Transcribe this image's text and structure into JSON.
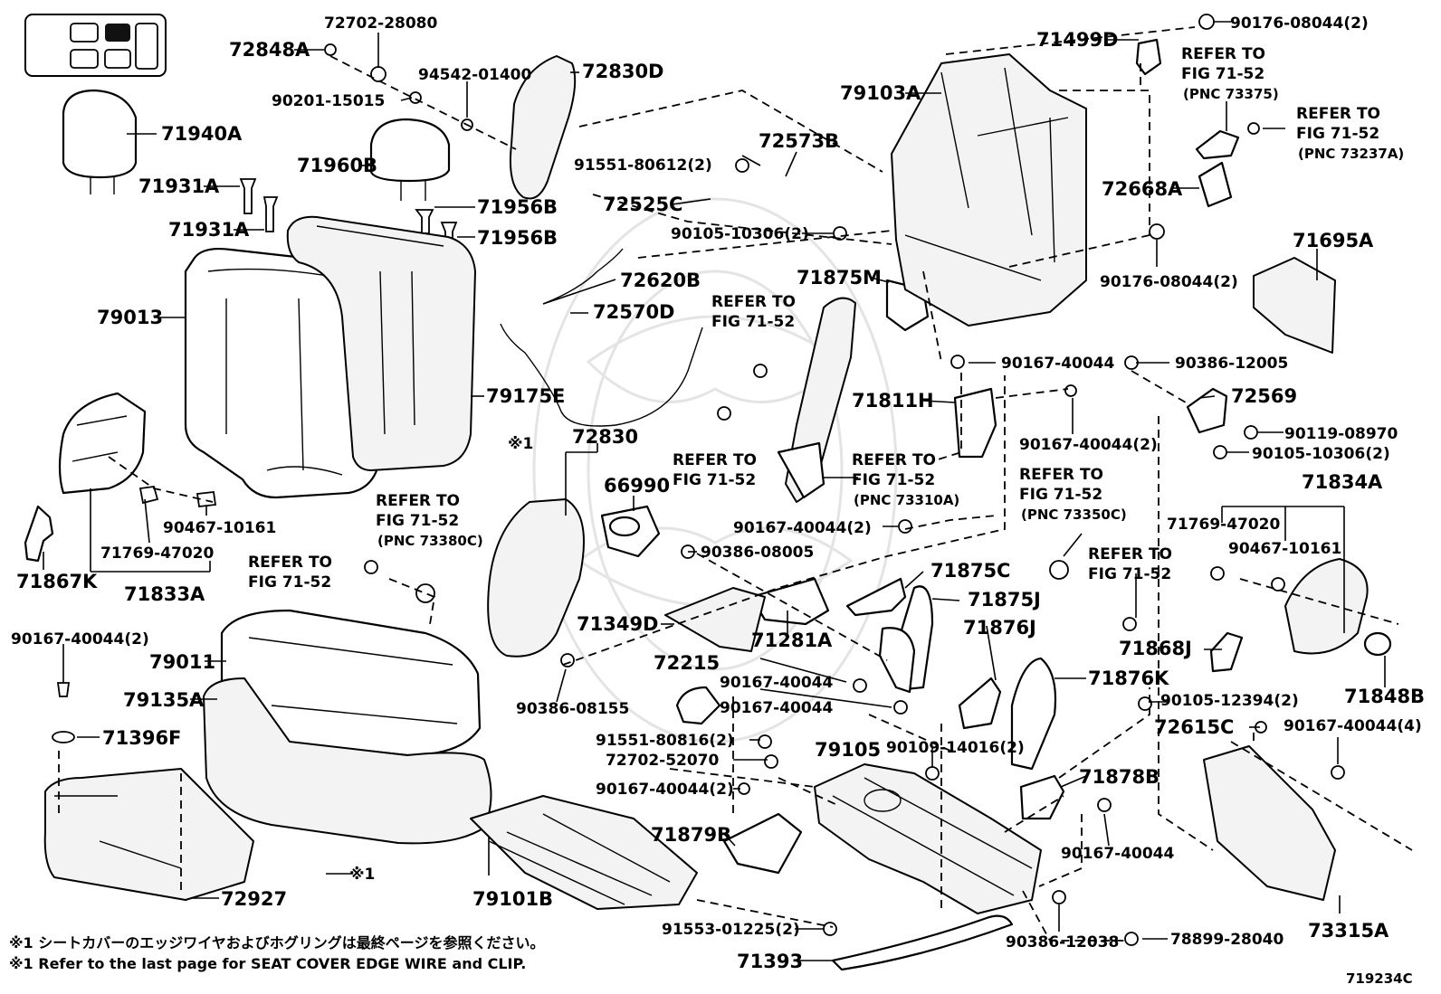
{
  "diagram_code": "719234C",
  "footnotes": {
    "jp": "※1 シートカバーのエッジワイヤおよびホグリングは最終ページを参照ください。",
    "en": "※1 Refer to the last page for SEAT COVER EDGE WIRE and CLIP."
  },
  "mark_note": "※1",
  "labels": [
    {
      "id": "72702-28080",
      "text": "72702-28080",
      "size": 17
    },
    {
      "id": "72848A",
      "text": "72848A",
      "size": 21
    },
    {
      "id": "90201-15015",
      "text": "90201-15015",
      "size": 17
    },
    {
      "id": "94542-01400",
      "text": "94542-01400",
      "size": 17
    },
    {
      "id": "72830D",
      "text": "72830D",
      "size": 21
    },
    {
      "id": "71940A",
      "text": "71940A",
      "size": 21
    },
    {
      "id": "71960B",
      "text": "71960B",
      "size": 21
    },
    {
      "id": "71931A-1",
      "text": "71931A",
      "size": 21
    },
    {
      "id": "71931A-2",
      "text": "71931A",
      "size": 21
    },
    {
      "id": "71956B-1",
      "text": "71956B",
      "size": 21
    },
    {
      "id": "71956B-2",
      "text": "71956B",
      "size": 21
    },
    {
      "id": "91551-80612",
      "text": "91551-80612(2)",
      "size": 17
    },
    {
      "id": "72573B",
      "text": "72573B",
      "size": 21
    },
    {
      "id": "72525C",
      "text": "72525C",
      "size": 21
    },
    {
      "id": "90105-10306",
      "text": "90105-10306(2)",
      "size": 17
    },
    {
      "id": "72620B",
      "text": "72620B",
      "size": 21
    },
    {
      "id": "72570D",
      "text": "72570D",
      "size": 21
    },
    {
      "id": "79013",
      "text": "79013",
      "size": 21
    },
    {
      "id": "79175E",
      "text": "79175E",
      "size": 21
    },
    {
      "id": "note-1a",
      "text": "※1",
      "size": 17
    },
    {
      "id": "72830",
      "text": "72830",
      "size": 21
    },
    {
      "id": "66990",
      "text": "66990",
      "size": 21
    },
    {
      "id": "90467-10161-L",
      "text": "90467-10161",
      "size": 17
    },
    {
      "id": "71769-47020-L",
      "text": "71769-47020",
      "size": 17
    },
    {
      "id": "71833A",
      "text": "71833A",
      "size": 21
    },
    {
      "id": "71867K",
      "text": "71867K",
      "size": 21
    },
    {
      "id": "refer-73380C-1",
      "text": "REFER TO",
      "size": 17
    },
    {
      "id": "refer-73380C-2",
      "text": "FIG 71-52",
      "size": 17
    },
    {
      "id": "refer-73380C-3",
      "text": "(PNC 73380C)",
      "size": 15
    },
    {
      "id": "refer-a-1",
      "text": "REFER TO",
      "size": 17
    },
    {
      "id": "refer-a-2",
      "text": "FIG 71-52",
      "size": 17
    },
    {
      "id": "90386-08005",
      "text": "90386-08005",
      "size": 17
    },
    {
      "id": "71349D",
      "text": "71349D",
      "size": 21
    },
    {
      "id": "71281A",
      "text": "71281A",
      "size": 21
    },
    {
      "id": "72215",
      "text": "72215",
      "size": 21
    },
    {
      "id": "90386-08155",
      "text": "90386-08155",
      "size": 17
    },
    {
      "id": "90167-40044-2a",
      "text": "90167-40044(2)",
      "size": 17
    },
    {
      "id": "79011",
      "text": "79011",
      "size": 21
    },
    {
      "id": "79135A",
      "text": "79135A",
      "size": 21
    },
    {
      "id": "71396F",
      "text": "71396F",
      "size": 21
    },
    {
      "id": "72927",
      "text": "72927",
      "size": 21
    },
    {
      "id": "note-1b",
      "text": "※1",
      "size": 17
    },
    {
      "id": "79101B",
      "text": "79101B",
      "size": 21
    },
    {
      "id": "91551-80816",
      "text": "91551-80816(2)",
      "size": 17
    },
    {
      "id": "72702-52070",
      "text": "72702-52070",
      "size": 17
    },
    {
      "id": "90167-40044-2b",
      "text": "90167-40044(2)",
      "size": 17
    },
    {
      "id": "71879B",
      "text": "71879B",
      "size": 21
    },
    {
      "id": "91553-01225",
      "text": "91553-01225(2)",
      "size": 17
    },
    {
      "id": "71393",
      "text": "71393",
      "size": 21
    },
    {
      "id": "79105",
      "text": "79105",
      "size": 21
    },
    {
      "id": "90109-14016",
      "text": "90109-14016(2)",
      "size": 17
    },
    {
      "id": "90167-40044-c",
      "text": "90167-40044",
      "size": 17
    },
    {
      "id": "90167-40044-d",
      "text": "90167-40044",
      "size": 17
    },
    {
      "id": "71875C",
      "text": "71875C",
      "size": 21
    },
    {
      "id": "71875J",
      "text": "71875J",
      "size": 21
    },
    {
      "id": "71876J",
      "text": "71876J",
      "size": 21
    },
    {
      "id": "71876K",
      "text": "71876K",
      "size": 21
    },
    {
      "id": "71878B",
      "text": "71878B",
      "size": 21
    },
    {
      "id": "90167-40044-e",
      "text": "90167-40044",
      "size": 17
    },
    {
      "id": "90386-12038",
      "text": "90386-12038",
      "size": 17
    },
    {
      "id": "78899-28040",
      "text": "78899-28040",
      "size": 17
    },
    {
      "id": "73315A",
      "text": "73315A",
      "size": 21
    },
    {
      "id": "refer-b-1",
      "text": "REFER TO",
      "size": 17
    },
    {
      "id": "refer-b-2",
      "text": "FIG 71-52",
      "size": 17
    },
    {
      "id": "71875M",
      "text": "71875M",
      "size": 21
    },
    {
      "id": "refer-c-1",
      "text": "REFER TO",
      "size": 17
    },
    {
      "id": "refer-c-2",
      "text": "FIG 71-52",
      "size": 17
    },
    {
      "id": "refer-73310A-1",
      "text": "REFER TO",
      "size": 17
    },
    {
      "id": "refer-73310A-2",
      "text": "FIG 71-52",
      "size": 17
    },
    {
      "id": "refer-73310A-3",
      "text": "(PNC 73310A)",
      "size": 15
    },
    {
      "id": "90167-40044-2f",
      "text": "90167-40044(2)",
      "size": 17
    },
    {
      "id": "71811H",
      "text": "71811H",
      "size": 21
    },
    {
      "id": "90167-40044-g",
      "text": "90167-40044",
      "size": 17
    },
    {
      "id": "90386-12005",
      "text": "90386-12005",
      "size": 17
    },
    {
      "id": "90167-40044-2h",
      "text": "90167-40044(2)",
      "size": 17
    },
    {
      "id": "refer-73350C-1",
      "text": "REFER TO",
      "size": 17
    },
    {
      "id": "refer-73350C-2",
      "text": "FIG 71-52",
      "size": 17
    },
    {
      "id": "refer-73350C-3",
      "text": "(PNC 73350C)",
      "size": 15
    },
    {
      "id": "refer-d-1",
      "text": "REFER TO",
      "size": 17
    },
    {
      "id": "refer-d-2",
      "text": "FIG 71-52",
      "size": 17
    },
    {
      "id": "71868J",
      "text": "71868J",
      "size": 21
    },
    {
      "id": "90105-12394",
      "text": "90105-12394(2)",
      "size": 17
    },
    {
      "id": "72615C",
      "text": "72615C",
      "size": 21
    },
    {
      "id": "90167-40044-4",
      "text": "90167-40044(4)",
      "size": 17
    },
    {
      "id": "71834A",
      "text": "71834A",
      "size": 21
    },
    {
      "id": "71769-47020-R",
      "text": "71769-47020",
      "size": 17
    },
    {
      "id": "90467-10161-R",
      "text": "90467-10161",
      "size": 17
    },
    {
      "id": "71848B",
      "text": "71848B",
      "size": 21
    },
    {
      "id": "72569",
      "text": "72569",
      "size": 21
    },
    {
      "id": "90119-08970",
      "text": "90119-08970",
      "size": 17
    },
    {
      "id": "90105-10306-2b",
      "text": "90105-10306(2)",
      "size": 17
    },
    {
      "id": "79103A",
      "text": "79103A",
      "size": 21
    },
    {
      "id": "71499D",
      "text": "71499D",
      "size": 21
    },
    {
      "id": "90176-08044-a",
      "text": "90176-08044(2)",
      "size": 17
    },
    {
      "id": "refer-73375-1",
      "text": "REFER TO",
      "size": 17
    },
    {
      "id": "refer-73375-2",
      "text": "FIG 71-52",
      "size": 17
    },
    {
      "id": "refer-73375-3",
      "text": "(PNC 73375)",
      "size": 15
    },
    {
      "id": "refer-73237A-1",
      "text": "REFER TO",
      "size": 17
    },
    {
      "id": "refer-73237A-2",
      "text": "FIG 71-52",
      "size": 17
    },
    {
      "id": "refer-73237A-3",
      "text": "(PNC 73237A)",
      "size": 15
    },
    {
      "id": "72668A",
      "text": "72668A",
      "size": 21
    },
    {
      "id": "90176-08044-b",
      "text": "90176-08044(2)",
      "size": 17
    },
    {
      "id": "71695A",
      "text": "71695A",
      "size": 21
    }
  ]
}
